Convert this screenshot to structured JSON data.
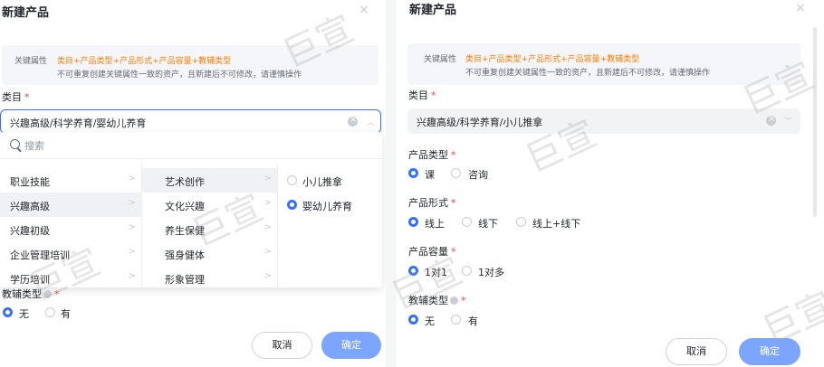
{
  "left": {
    "title": "新建产品",
    "close_glyph": "×",
    "info": {
      "key": "关键属性",
      "value": "类目+产品类型+产品形式+产品容量+教辅类型",
      "note": "不可重复创建关键属性一致的资产，且新建后不可修改，请谨慎操作"
    },
    "category_label": "类目",
    "required_mark": "*",
    "category_value": "兴趣高级/科学养育/婴幼儿养育",
    "search_placeholder": "搜索",
    "col1": [
      "职业技能",
      "兴趣高级",
      "兴趣初级",
      "企业管理培训",
      "学历培训"
    ],
    "col2": [
      "艺术创作",
      "文化兴趣",
      "养生保健",
      "强身健体",
      "形象管理"
    ],
    "col3": [
      "小儿推拿",
      "婴幼儿养育"
    ],
    "col3_selected": "婴幼儿养育",
    "teaching_label": "教辅类型",
    "teaching_options": [
      "无",
      "有"
    ],
    "teaching_selected": "无",
    "cancel": "取消",
    "confirm": "确定"
  },
  "right": {
    "title": "新建产品",
    "close_glyph": "×",
    "info": {
      "key": "关键属性",
      "value": "类目+产品类型+产品形式+产品容量+教辅类型",
      "note": "不可重复创建关键属性一致的资产，且新建后不可修改，请谨慎操作"
    },
    "category_label": "类目",
    "required_mark": "*",
    "category_value": "兴趣高级/科学养育/小儿推拿",
    "type_label": "产品类型",
    "type_options": [
      "课",
      "咨询"
    ],
    "type_selected": "课",
    "form_label": "产品形式",
    "form_options": [
      "线上",
      "线下",
      "线上+线下"
    ],
    "form_selected": "线上",
    "capacity_label": "产品容量",
    "capacity_options": [
      "1对1",
      "1对多"
    ],
    "capacity_selected": "1对1",
    "teaching_label": "教辅类型",
    "teaching_options": [
      "无",
      "有"
    ],
    "teaching_selected": "无",
    "cancel": "取消",
    "confirm": "确定"
  },
  "watermark": "巨宣",
  "colors": {
    "primary": "#3370ff",
    "confirm_disabled": "#7ba5ff",
    "attr_highlight": "#ff7d00",
    "required": "#f53f3f"
  }
}
